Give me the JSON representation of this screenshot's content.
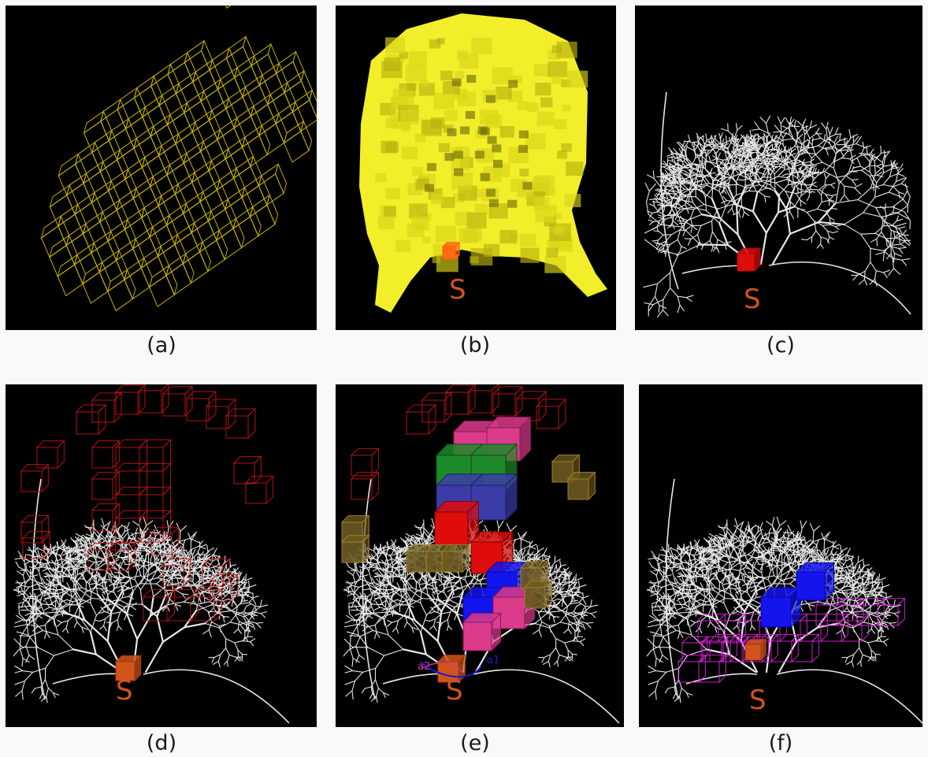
{
  "panels": {
    "a": {
      "caption": "(a)"
    },
    "b": {
      "caption": "(b)",
      "source_label": "S"
    },
    "c": {
      "caption": "(c)",
      "source_label": "S"
    },
    "d": {
      "caption": "(d)",
      "source_label": "S"
    },
    "e": {
      "caption": "(e)",
      "source_label": "S",
      "arc_label_1": "a1",
      "arc_label_2": "a2"
    },
    "f": {
      "caption": "(f)",
      "source_label": "S"
    }
  },
  "colors": {
    "background": "#f9f9f9",
    "panel_bg": "#000000",
    "wireframe_yellow": "#c8b400",
    "voxel_yellow": "#f2ee2a",
    "tree_white": "#e6e6e6",
    "voxel_red_outline": "#b31212",
    "voxel_red_fill": "#e00b0b",
    "voxel_green": "#1d8a2a",
    "voxel_blue": "#1414ee",
    "voxel_slate_blue": "#3c3ca8",
    "voxel_pink": "#dc3a8a",
    "voxel_olive": "#6b5a22",
    "voxel_magenta_outline": "#cc22cc",
    "source_orange": "#d2541c",
    "arc_blue": "#1a1ad2",
    "arc_pink": "#d23a8a"
  }
}
